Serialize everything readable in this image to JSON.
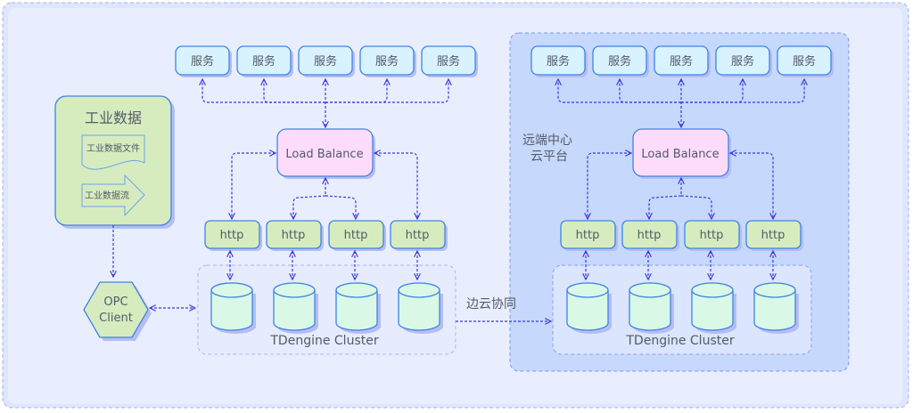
{
  "diagram": {
    "industrial_data": {
      "title": "工业数据",
      "file_label": "工业数据文件",
      "stream_label": "工业数据流"
    },
    "opc_client": {
      "line1": "OPC",
      "line2": "Client"
    },
    "edge": {
      "services": [
        "服务",
        "服务",
        "服务",
        "服务",
        "服务"
      ],
      "load_balance": "Load Balance",
      "http_nodes": [
        "http",
        "http",
        "http",
        "http"
      ],
      "cluster_label": "TDengine Cluster"
    },
    "edge_cloud_sync_label": "边云协同",
    "cloud": {
      "title_line1": "远端中心",
      "title_line2": "云平台",
      "services": [
        "服务",
        "服务",
        "服务",
        "服务",
        "服务"
      ],
      "load_balance": "Load Balance",
      "http_nodes": [
        "http",
        "http",
        "http",
        "http"
      ],
      "cluster_label": "TDengine Cluster"
    },
    "colors": {
      "service_fill": "#d8f2fe",
      "load_balance_fill": "#fcdcfa",
      "http_fill": "#d6ecbf",
      "database_fill": "#daf8e6",
      "border_blue": "#3e84e6",
      "connector": "#3a3adf",
      "cloud_region_fill": "#c6d8fc",
      "background": "#e9eefe"
    }
  }
}
